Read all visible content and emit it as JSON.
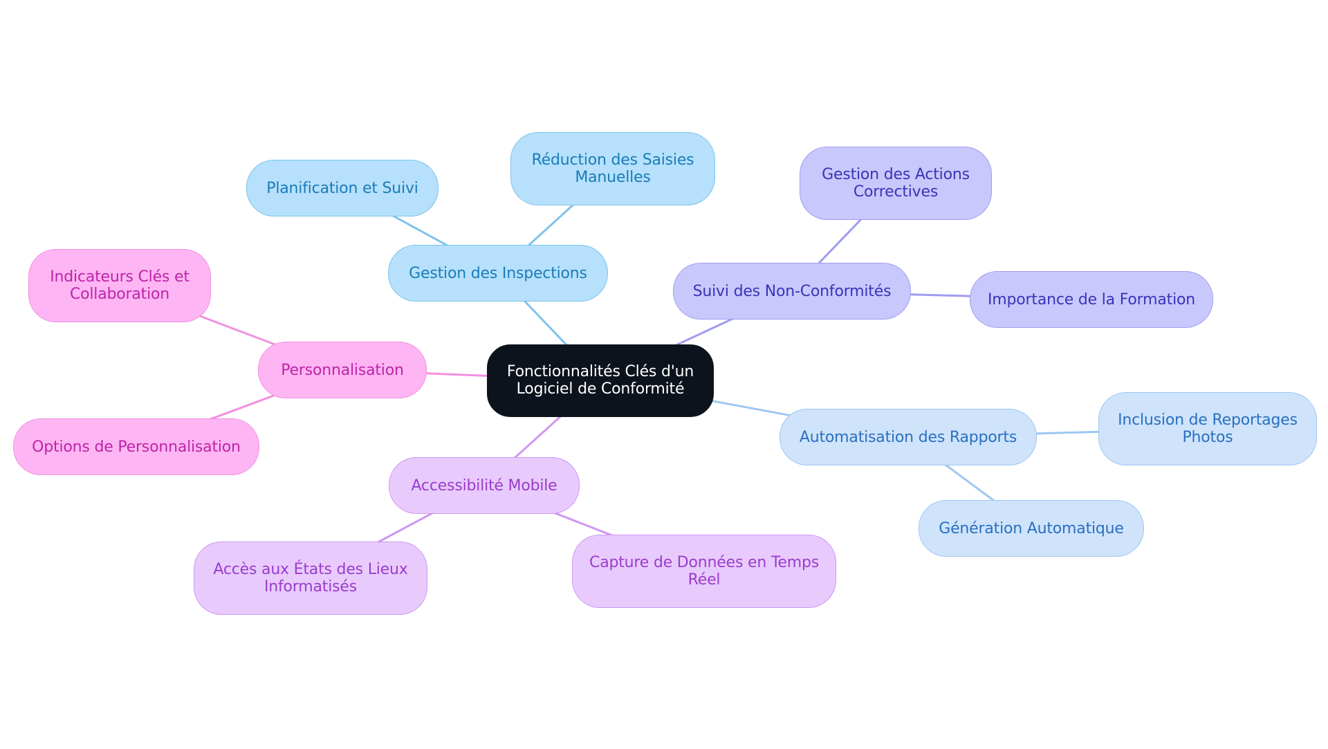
{
  "diagram": {
    "type": "mindmap",
    "colors": {
      "root": {
        "fill": "#0d131c",
        "border": "#0d131c",
        "text": "#ffffff"
      },
      "blue": {
        "fill": "#b6e0fb",
        "border": "#7dc3ec",
        "text": "#1a7cb8",
        "edge": "#7dc3ec"
      },
      "indigo": {
        "fill": "#c9c8fc",
        "border": "#9f9cf0",
        "text": "#3a33b8",
        "edge": "#9f9cf0"
      },
      "lightblue": {
        "fill": "#cfe3fb",
        "border": "#9ec7f1",
        "text": "#2a70c0",
        "edge": "#9ec7f1"
      },
      "violet": {
        "fill": "#e8cbfc",
        "border": "#cf96f2",
        "text": "#9a3ccc",
        "edge": "#cf96f2"
      },
      "pink": {
        "fill": "#fdb6f3",
        "border": "#f28fe0",
        "text": "#c022a8",
        "edge": "#f28fe0"
      }
    },
    "nodes": [
      {
        "id": "root",
        "label": "Fonctionnalités Clés d'un\nLogiciel de Conformité",
        "color": "root"
      },
      {
        "id": "inspections",
        "label": "Gestion des Inspections",
        "color": "blue"
      },
      {
        "id": "planification",
        "label": "Planification et Suivi",
        "color": "blue"
      },
      {
        "id": "saisies",
        "label": "Réduction des Saisies\nManuelles",
        "color": "blue"
      },
      {
        "id": "nonconf",
        "label": "Suivi des Non-Conformités",
        "color": "indigo"
      },
      {
        "id": "actions",
        "label": "Gestion des Actions\nCorrectives",
        "color": "indigo"
      },
      {
        "id": "formation",
        "label": "Importance de la Formation",
        "color": "indigo"
      },
      {
        "id": "rapports",
        "label": "Automatisation des Rapports",
        "color": "lightblue"
      },
      {
        "id": "photos",
        "label": "Inclusion de Reportages\nPhotos",
        "color": "lightblue"
      },
      {
        "id": "generation",
        "label": "Génération Automatique",
        "color": "lightblue"
      },
      {
        "id": "mobile",
        "label": "Accessibilité Mobile",
        "color": "violet"
      },
      {
        "id": "etats",
        "label": "Accès aux États des Lieux\nInformatisés",
        "color": "violet"
      },
      {
        "id": "capture",
        "label": "Capture de Données en Temps\nRéel",
        "color": "violet"
      },
      {
        "id": "perso",
        "label": "Personnalisation",
        "color": "pink"
      },
      {
        "id": "indicateurs",
        "label": "Indicateurs Clés et\nCollaboration",
        "color": "pink"
      },
      {
        "id": "options",
        "label": "Options de Personnalisation",
        "color": "pink"
      }
    ],
    "edges": [
      {
        "from": "root",
        "to": "inspections",
        "color": "blue"
      },
      {
        "from": "inspections",
        "to": "planification",
        "color": "blue"
      },
      {
        "from": "inspections",
        "to": "saisies",
        "color": "blue"
      },
      {
        "from": "root",
        "to": "nonconf",
        "color": "indigo"
      },
      {
        "from": "nonconf",
        "to": "actions",
        "color": "indigo"
      },
      {
        "from": "nonconf",
        "to": "formation",
        "color": "indigo"
      },
      {
        "from": "root",
        "to": "rapports",
        "color": "lightblue"
      },
      {
        "from": "rapports",
        "to": "photos",
        "color": "lightblue"
      },
      {
        "from": "rapports",
        "to": "generation",
        "color": "lightblue"
      },
      {
        "from": "root",
        "to": "mobile",
        "color": "violet"
      },
      {
        "from": "mobile",
        "to": "etats",
        "color": "violet"
      },
      {
        "from": "mobile",
        "to": "capture",
        "color": "violet"
      },
      {
        "from": "root",
        "to": "perso",
        "color": "pink"
      },
      {
        "from": "perso",
        "to": "indicateurs",
        "color": "pink"
      },
      {
        "from": "perso",
        "to": "options",
        "color": "pink"
      }
    ]
  }
}
